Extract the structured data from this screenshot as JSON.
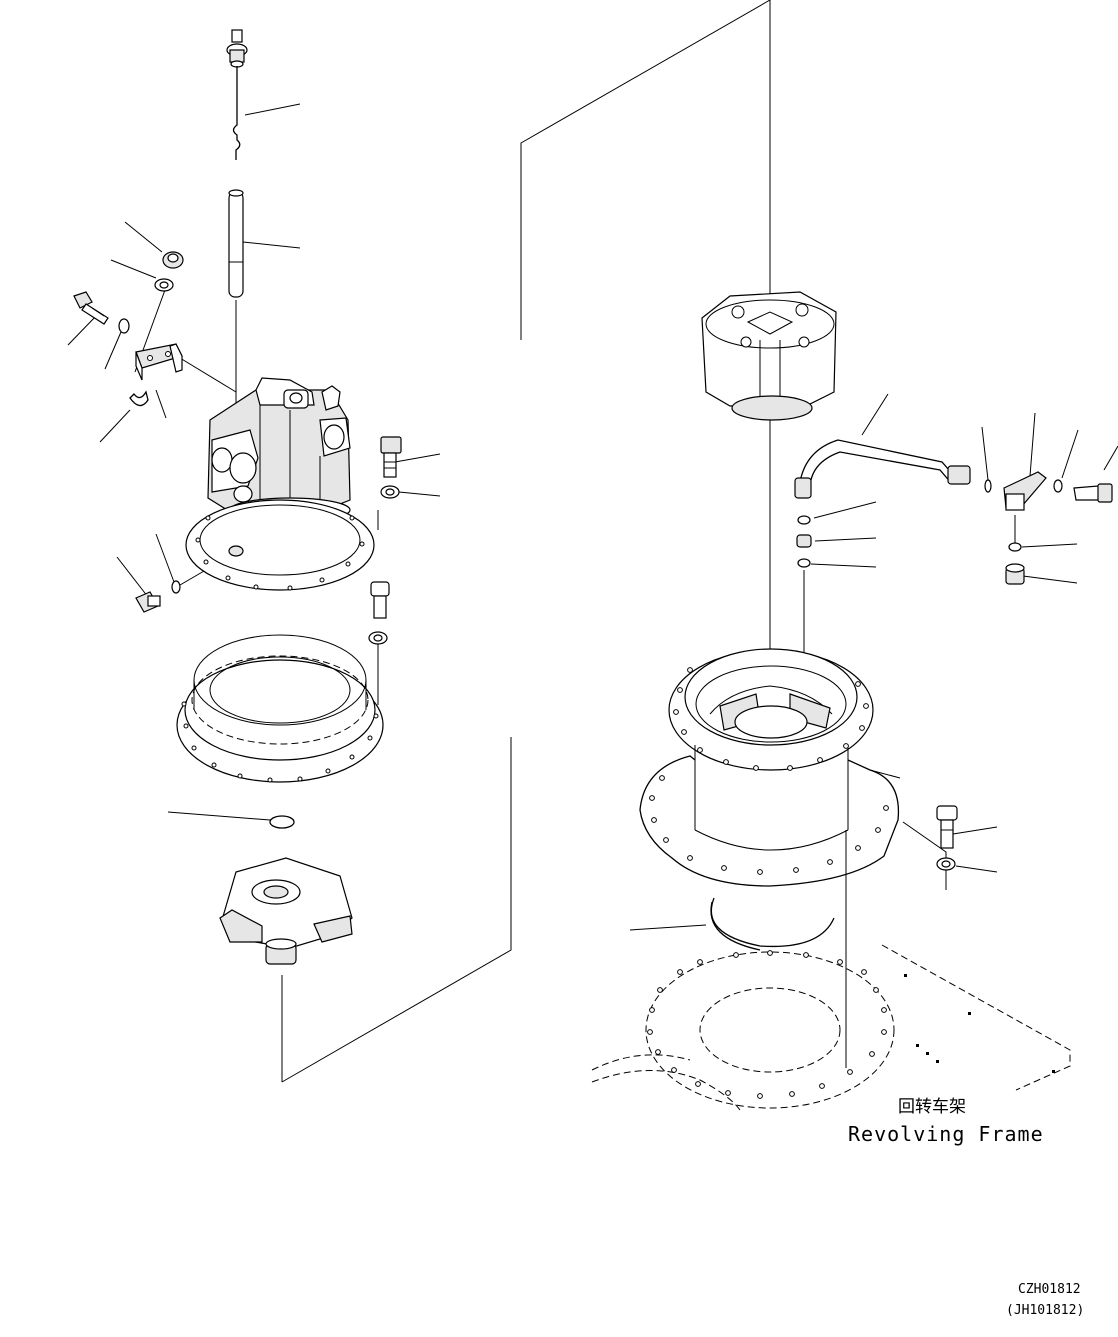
{
  "frame_label": {
    "chinese": "回转车架",
    "english": "Revolving Frame"
  },
  "drawing_codes": {
    "primary": "CZH01812",
    "secondary": "(JH101812)"
  }
}
